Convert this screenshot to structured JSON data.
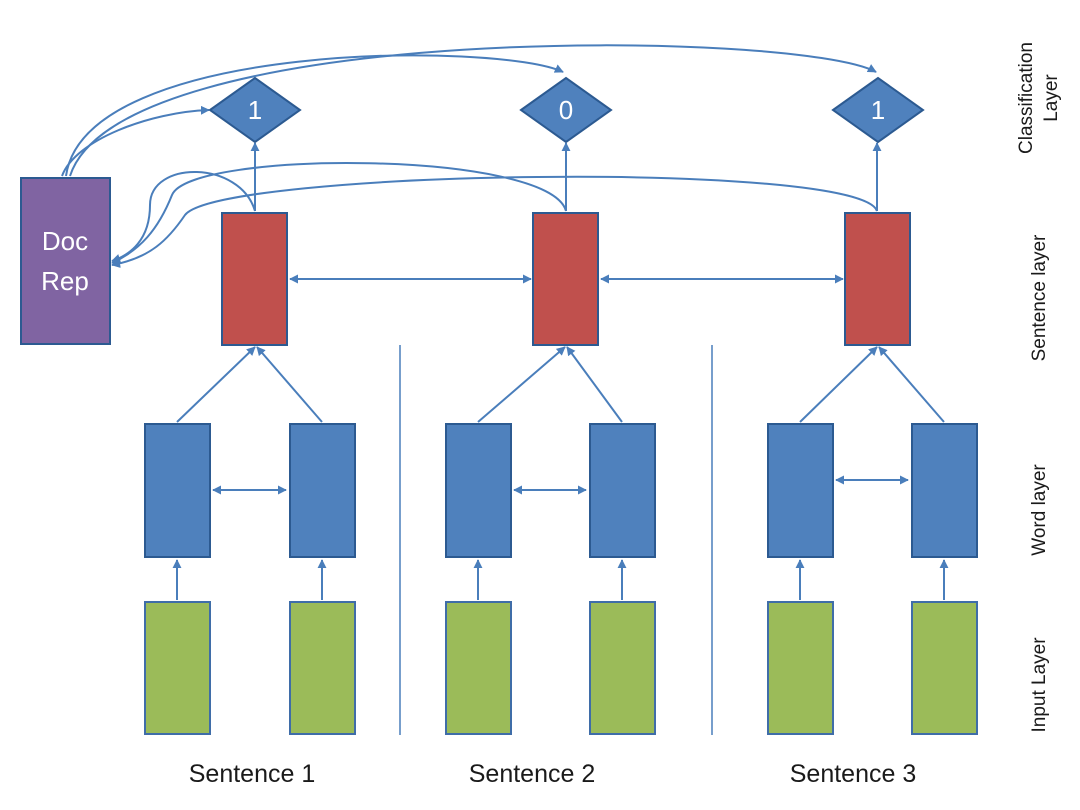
{
  "doc_rep": {
    "line1": "Doc",
    "line2": "Rep"
  },
  "classifications": [
    {
      "value": "1"
    },
    {
      "value": "0"
    },
    {
      "value": "1"
    }
  ],
  "sentences": [
    {
      "label": "Sentence 1"
    },
    {
      "label": "Sentence 2"
    },
    {
      "label": "Sentence 3"
    }
  ],
  "layers": {
    "classification_line1": "Classification",
    "classification_line2": "Layer",
    "sentence": "Sentence layer",
    "word": "Word layer",
    "input": "Input Layer"
  },
  "colors": {
    "doc": "#8064a2",
    "sentence": "#c0504d",
    "word": "#4f81bd",
    "input": "#9bbb59",
    "classifier": "#4f81bd",
    "arrow": "#4a7ebb"
  }
}
